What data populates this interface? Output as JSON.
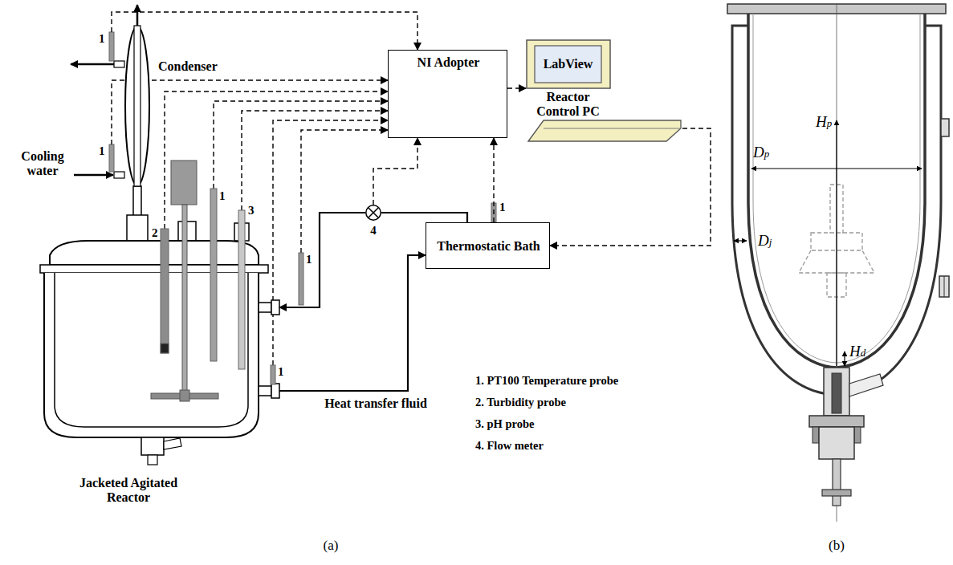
{
  "diagram": {
    "nodes": [
      {
        "text": [
          "Condenser"
        ]
      },
      {
        "text": [
          "NI Adopter"
        ]
      },
      {
        "text": [
          "LabView",
          "Reactor Control PC"
        ]
      },
      {
        "text": [
          "Jacketed Agitated Reactor"
        ]
      },
      {
        "text": [
          "4"
        ]
      },
      {
        "text": [
          "Thermostatic Bath"
        ]
      }
    ],
    "edges": [
      {
        "from": 5,
        "to": 1,
        "arrow": "to"
      },
      {
        "from": 4,
        "to": 1,
        "arrow": "to"
      },
      {
        "from": 1,
        "to": 2,
        "arrow": "to"
      },
      {
        "from": 2,
        "to": 5,
        "arrow": "to"
      },
      {
        "from": 5,
        "to": 4,
        "arrow": "none"
      },
      {
        "from": 4,
        "to": 3,
        "arrow": "to"
      },
      {
        "from": 3,
        "to": 5,
        "arrow": "to",
        "label": "Heat transfer fluid"
      }
    ],
    "labels": [
      "Cooling water",
      "1",
      "1",
      "2",
      "1",
      "3",
      "1",
      "1",
      "1",
      "1. PT100 Temperature probe",
      "2. Turbidity probe",
      "3. pH probe",
      "4. Flow meter",
      "Hp",
      "Dp",
      "Dj",
      "Hd",
      "(a)",
      "(b)"
    ]
  }
}
